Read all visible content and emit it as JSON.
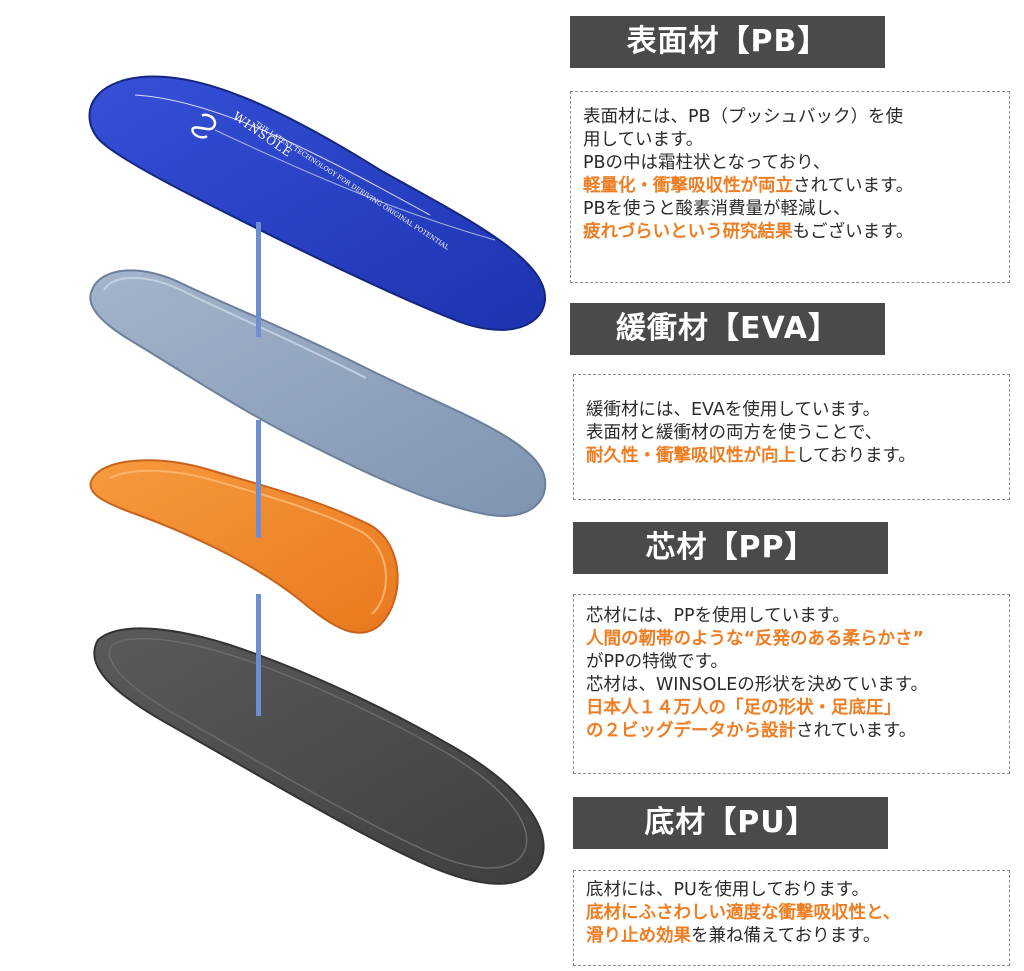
{
  "insole_brand": "WINSOLE",
  "insole_tagline": "THE LATEST TECHNOLOGY FOR DERIVING ORIGINAL POTENTIAL",
  "colors": {
    "heading_bg": "#4a4a4a",
    "highlight": "#ef7d22",
    "surface_layer": "#2340c4",
    "cushion_layer": "#8fa3bd",
    "core_layer": "#f08a2c",
    "bottom_layer": "#505050",
    "connector": "#6c8fd4"
  },
  "sections": [
    {
      "heading": "表面材【PB】",
      "lines": [
        [
          {
            "t": "表面材には、PB（プッシュバック）を使"
          }
        ],
        [
          {
            "t": "用しています。"
          }
        ],
        [
          {
            "t": "PBの中は霜柱状となっており、"
          }
        ],
        [
          {
            "t": "軽量化・衝撃吸収性が両立",
            "h": true
          },
          {
            "t": "されています。"
          }
        ],
        [
          {
            "t": "PBを使うと酸素消費量が軽減し、"
          }
        ],
        [
          {
            "t": "疲れづらいという研究結果",
            "h": true
          },
          {
            "t": "もございます。"
          }
        ]
      ]
    },
    {
      "heading": "緩衝材【EVA】",
      "lines": [
        [
          {
            "t": "緩衝材には、EVAを使用しています。"
          }
        ],
        [
          {
            "t": "表面材と緩衝材の両方を使うことで、"
          }
        ],
        [
          {
            "t": "耐久性・衝撃吸収性が向上",
            "h": true
          },
          {
            "t": "しております。"
          }
        ]
      ]
    },
    {
      "heading": "芯材【PP】",
      "lines": [
        [
          {
            "t": "芯材には、PPを使用しています。"
          }
        ],
        [
          {
            "t": "人間の靭帯のような“反発のある柔らかさ”",
            "h": true
          }
        ],
        [
          {
            "t": "がPPの特徴です。"
          }
        ],
        [
          {
            "t": "芯材は、WINSOLEの形状を決めています。"
          }
        ],
        [
          {
            "t": "日本人１４万人の「足の形状・足底圧」",
            "h": true
          }
        ],
        [
          {
            "t": "の２ビッグデータから設計",
            "h": true
          },
          {
            "t": "されています。"
          }
        ]
      ]
    },
    {
      "heading": "底材【PU】",
      "lines": [
        [
          {
            "t": "底材には、PUを使用しております。"
          }
        ],
        [
          {
            "t": "底材にふさわしい適度な衝撃吸収性と、",
            "h": true
          }
        ],
        [
          {
            "t": "滑り止め効果",
            "h": true
          },
          {
            "t": "を兼ね備えております。"
          }
        ]
      ]
    }
  ]
}
